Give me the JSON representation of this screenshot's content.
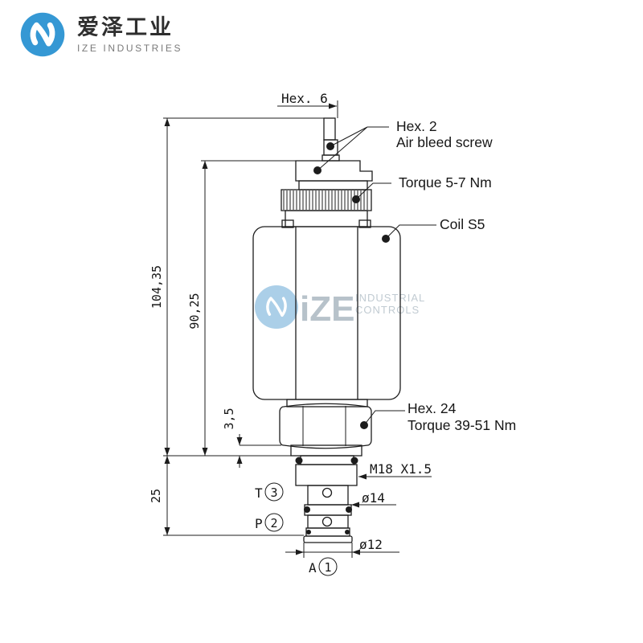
{
  "header": {
    "brand_cn": "爱泽工业",
    "brand_en": "IZE INDUSTRIES"
  },
  "watermark": {
    "wordmark": "iZE",
    "line1": "INDUSTRIAL",
    "line2": "CONTROLS"
  },
  "drawing": {
    "dim_hex6": "Hex. 6",
    "label_hex2": "Hex. 2",
    "label_air_bleed": "Air bleed screw",
    "label_torque_top": "Torque 5-7 Nm",
    "label_coil": "Coil S5",
    "label_hex24": "Hex. 24",
    "label_torque_bottom": "Torque 39-51 Nm",
    "dim_thread": "M18 X1.5",
    "dim_dia14": "ø14",
    "dim_dia12": "ø12",
    "dim_total": "104,35",
    "dim_body": "90,25",
    "dim_washer": "3,5",
    "dim_cartridge": "25",
    "port_t": "T",
    "port_t_num": "3",
    "port_p": "P",
    "port_p_num": "2",
    "port_a": "A",
    "port_a_num": "1"
  },
  "colors": {
    "logo_blue": "#3598d4",
    "line_black": "#1c1c1c",
    "watermark_blue": "#abcfe8",
    "watermark_text": "#b7c2ca"
  }
}
